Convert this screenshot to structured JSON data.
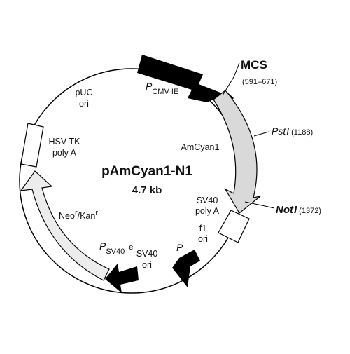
{
  "plasmid": {
    "name": "pAmCyan1-N1",
    "size": "4.7 kb"
  },
  "mcs": {
    "label": "MCS",
    "range": "(591–671)"
  },
  "sites": {
    "pst": {
      "name": "Pst",
      "roman": "I",
      "position": "(1188)"
    },
    "not": {
      "name": "Not",
      "roman": "I",
      "position": "(1372)"
    }
  },
  "features": {
    "pcmv": {
      "p": "P",
      "sub": "CMV IE"
    },
    "amcyan": "AmCyan1",
    "sv40_polya": {
      "line1": "SV40",
      "line2": "poly A"
    },
    "f1_ori": {
      "line1": "f1",
      "line2": "ori"
    },
    "p_small": "P",
    "sv40_ori": {
      "line1": "SV40",
      "line2": "ori"
    },
    "psv40e": {
      "p": "P",
      "sub": "SV40",
      "e": "e"
    },
    "neokan": {
      "neo": "Neo",
      "kan": "/Kan",
      "sup": "r"
    },
    "hsvtk": {
      "line1": "HSV TK",
      "line2": "poly A"
    },
    "puc": {
      "line1": "pUC",
      "line2": "ori"
    }
  },
  "colors": {
    "black_feature": "#000000",
    "grey_feature": "#d9d9d9",
    "light_feature": "#ececec",
    "white_box": "#ffffff",
    "backbone": "#000000"
  }
}
